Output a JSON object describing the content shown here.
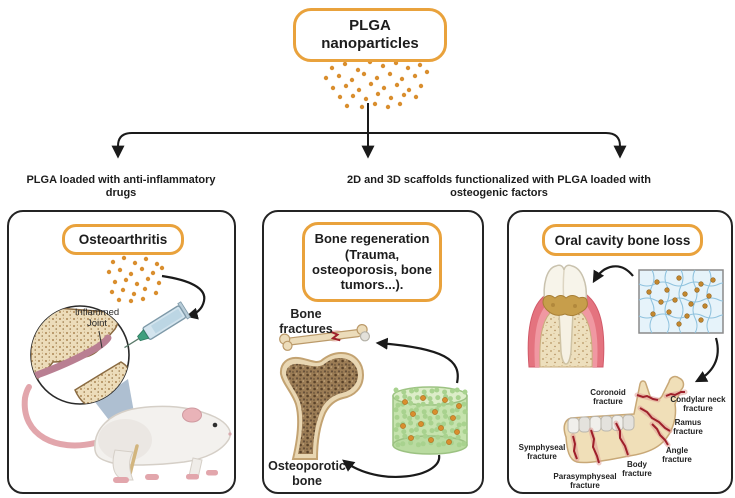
{
  "header": {
    "title": "PLGA\nnanoparticles"
  },
  "branch_labels": {
    "left": "PLGA loaded with anti-inflammatory\ndrugs",
    "right": "2D and 3D scaffolds functionalized with PLGA loaded with\nosteogenic factors"
  },
  "panels": {
    "osteoarthritis": {
      "title": "Osteoarthritis",
      "joint_label": "Inflammed\nJoint"
    },
    "bone_regeneration": {
      "title": "Bone regeneration\n(Trauma,\nosteoporosis, bone\ntumors...).",
      "bone_fractures_label": "Bone\nfractures",
      "osteoporotic_label": "Osteoporotic\nbone"
    },
    "oral_cavity": {
      "title": "Oral cavity bone loss",
      "fractures": {
        "coronoid": "Coronoid\nfracture",
        "condylar_neck": "Condylar neck\nfracture",
        "ramus": "Ramus\nfracture",
        "symphyseal": "Symphyseal\nfracture",
        "angle": "Angle\nfracture",
        "body": "Body\nfracture",
        "parasymphyseal": "Parasymphyseal\nfracture"
      }
    }
  },
  "colors": {
    "accent_orange": "#E9A23C",
    "nanoparticle_orange": "#D98E2E",
    "panel_border": "#242424",
    "arrow_black": "#1a1a1a",
    "fracture_red": "#9E1F2A",
    "scaffold_green": "#C6E3AE",
    "mesh_blue": "#E6F3FA",
    "bone_tan": "#ECDCBA"
  }
}
